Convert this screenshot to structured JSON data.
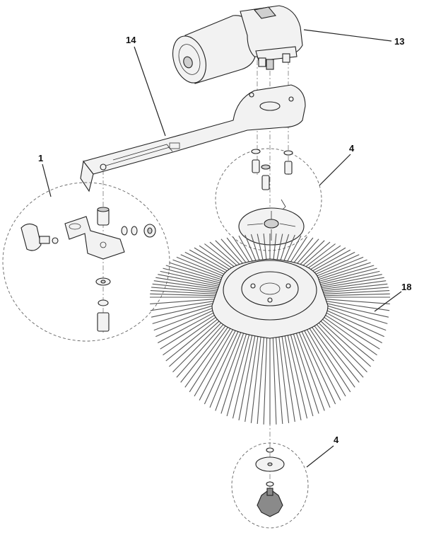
{
  "callouts": [
    {
      "id": "c13",
      "label": "13",
      "part": "drive-motor"
    },
    {
      "id": "c14",
      "label": "14",
      "part": "motor-arm"
    },
    {
      "id": "c1",
      "label": "1",
      "part": "mounting-hardware-kit"
    },
    {
      "id": "c4a",
      "label": "4",
      "part": "brush-hub-kit-upper"
    },
    {
      "id": "c18",
      "label": "18",
      "part": "side-brush"
    },
    {
      "id": "c4b",
      "label": "4",
      "part": "brush-hub-kit-lower"
    }
  ]
}
